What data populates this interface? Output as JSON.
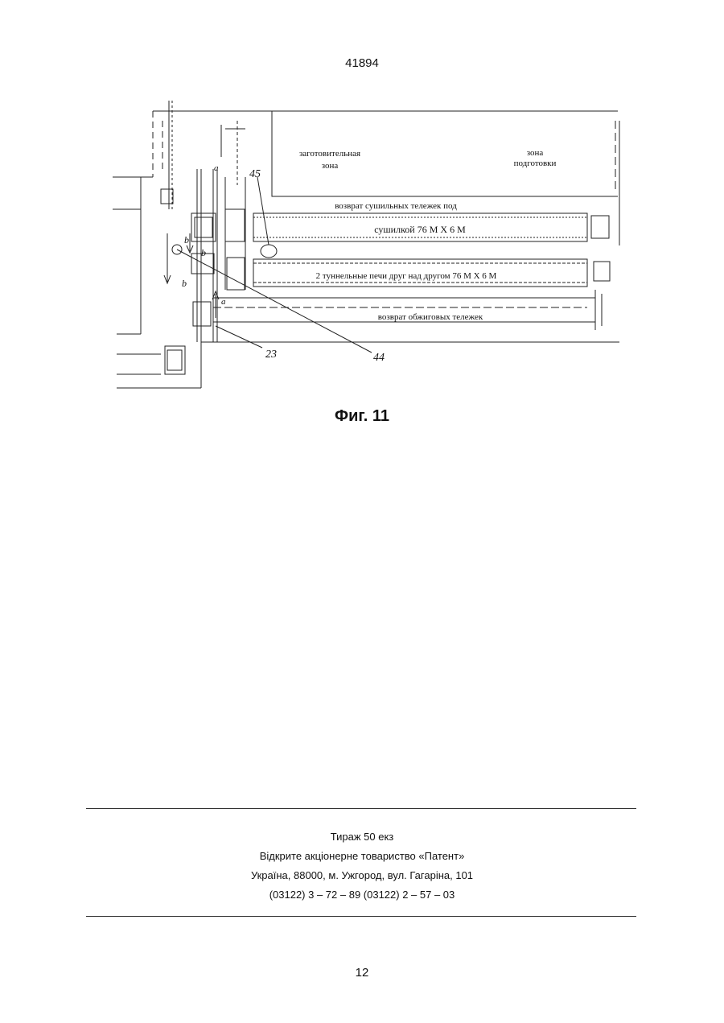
{
  "header": {
    "patent_number": "41894"
  },
  "figure": {
    "labels": {
      "zone_procurement_line1": "заготовительная",
      "zone_procurement_line2": "зона",
      "zone_preparation_line1": "зона",
      "zone_preparation_line2": "подготовки",
      "dryer_return_line1": "возврат сушильных тележек под",
      "dryer_return_line2": "сушилкой 76 М Х 6 М",
      "kilns": "2 туннельные печи друг над другом 76 М Х 6 М",
      "kiln_return": "возврат обжиговых тележек"
    },
    "refs": {
      "r45": "45",
      "r44": "44",
      "r23": "23",
      "ra1": "a",
      "ra2": "a",
      "rb1": "b",
      "rb2": "b",
      "rb3": "b"
    },
    "caption": "Фиг. 11"
  },
  "footer": {
    "circulation": "Тираж 50 екз",
    "company": "Відкрите акціонерне товариство «Патент»",
    "address": "Україна, 88000, м. Ужгород, вул. Гагаріна, 101",
    "phones": "(03122) 3 – 72 – 89   (03122) 2 – 57 – 03"
  },
  "page_number": "12"
}
